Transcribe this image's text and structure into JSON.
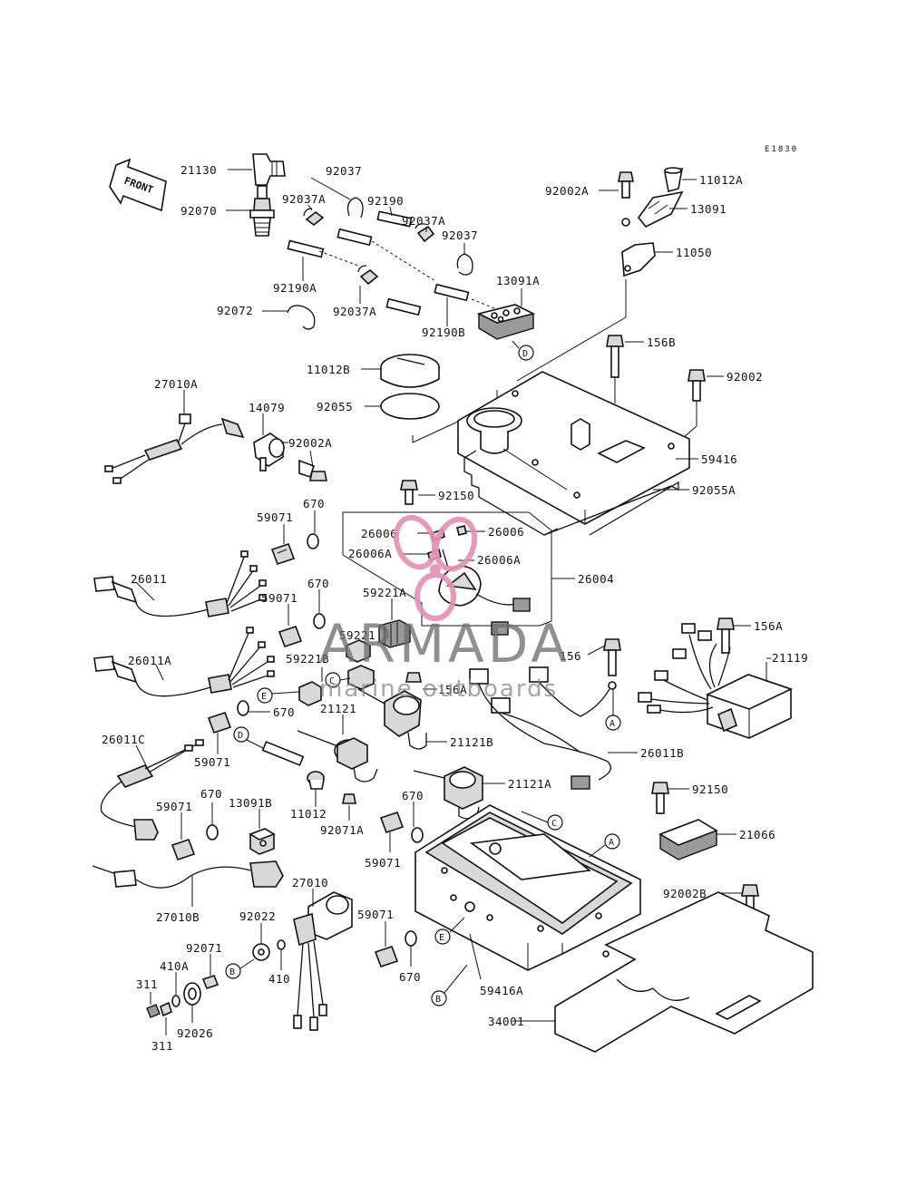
{
  "diagram_code": "E1830",
  "front_arrow": "FRONT",
  "watermark": {
    "brand": "ARMADA",
    "tagline": "marine outboards",
    "logo_color": "#e58fb4"
  },
  "labels": {
    "p21130": "21130",
    "p92070": "92070",
    "p92037_a": "92037",
    "p92037A_a": "92037A",
    "p92190": "92190",
    "p92037A_b": "92037A",
    "p92037_b": "92037",
    "p92190A": "92190A",
    "p92072": "92072",
    "p92037A_c": "92037A",
    "p92190B": "92190B",
    "p13091A": "13091A",
    "p92002A_a": "92002A",
    "p11012A": "11012A",
    "p13091": "13091",
    "p11050": "11050",
    "p156B": "156B",
    "p11012B": "11012B",
    "p92002": "92002",
    "p92055": "92055",
    "p27010A": "27010A",
    "p14079": "14079",
    "p92002A_b": "92002A",
    "p59416": "59416",
    "p92055A": "92055A",
    "p92150_a": "92150",
    "p670_a": "670",
    "p59071_a": "59071",
    "p26006_a": "26006",
    "p26006_b": "26006",
    "p26006A_a": "26006A",
    "p26006A_b": "26006A",
    "p26011": "26011",
    "p26004": "26004",
    "p670_b": "670",
    "p59221A": "59221A",
    "p59071_b": "59071",
    "p59221": "59221",
    "p156A_a": "156A",
    "p156": "156",
    "p26011A": "26011A",
    "p59221B": "59221B",
    "p21119": "21119",
    "p156A_b": "156A",
    "p670_c": "670",
    "p21121": "21121",
    "p21121B": "21121B",
    "p26011C": "26011C",
    "p26011B": "26011B",
    "p59071_c": "59071",
    "p21121A": "21121A",
    "p92150_b": "92150",
    "p670_d": "670",
    "p59071_d": "59071",
    "p13091B": "13091B",
    "p11012": "11012",
    "p670_e": "670",
    "p92071A": "92071A",
    "p21066": "21066",
    "p59071_e": "59071",
    "p27010": "27010",
    "p92022": "92022",
    "p27010B": "27010B",
    "p92002B": "92002B",
    "p410A": "410A",
    "p92071": "92071",
    "p59071_f": "59071",
    "p311_a": "311",
    "p410": "410",
    "p670_f": "670",
    "p92026": "92026",
    "p59416A": "59416A",
    "p34001": "34001",
    "p311_b": "311"
  },
  "callouts": {
    "A1": "A",
    "A2": "A",
    "B1": "B",
    "B2": "B",
    "C1": "C",
    "C2": "C",
    "D1": "D",
    "D2": "D",
    "E1": "E",
    "E2": "E"
  }
}
